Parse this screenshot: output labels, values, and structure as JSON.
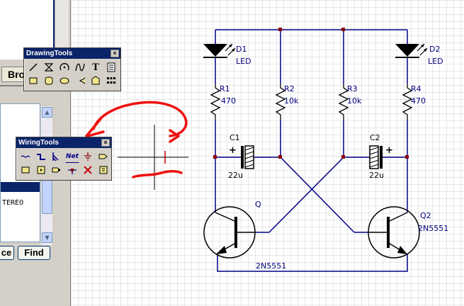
{
  "left_panel": {
    "tab_label": "Bro",
    "list_item": "TEREO",
    "replace_button": "ce",
    "find_button": "Find"
  },
  "drawing_tools": {
    "title": "DrawingTools",
    "close": "×",
    "row1": [
      "line-icon",
      "hourglass-icon",
      "arc-icon",
      "bezier-icon",
      "text-icon",
      "image-icon"
    ],
    "row2": [
      "rectangle-icon",
      "rounded-rect-icon",
      "ellipse-icon",
      "pie-icon",
      "polygon-icon",
      "grid-icon"
    ],
    "text_glyph": "T"
  },
  "wiring_tools": {
    "title": "WiringTools",
    "close": "×",
    "net_label": "Net",
    "row1": [
      "wire-icon",
      "bus-icon",
      "bus-entry-icon",
      "net-label-icon",
      "ground-icon",
      "power-port-icon"
    ],
    "row2": [
      "part-icon",
      "sheet-icon",
      "port-icon",
      "junction-icon",
      "no-connect-icon",
      "directive-icon"
    ]
  },
  "schematic": {
    "colors": {
      "wire": "#00008b",
      "component": "#000000",
      "junction": "#8b0000",
      "grid": "#c8c8c8",
      "annotation": "#ee1111"
    },
    "components": [
      {
        "ref": "D1",
        "value": "LED"
      },
      {
        "ref": "D2",
        "value": "LED"
      },
      {
        "ref": "R1",
        "value": "470"
      },
      {
        "ref": "R2",
        "value": "10k"
      },
      {
        "ref": "R3",
        "value": "10k"
      },
      {
        "ref": "R4",
        "value": "470"
      },
      {
        "ref": "C1",
        "value": "22u"
      },
      {
        "ref": "C2",
        "value": "22u"
      },
      {
        "ref": "Q",
        "value": "2N5551"
      },
      {
        "ref": "Q2",
        "value": "2N5551"
      }
    ],
    "cap_polarity": "+"
  }
}
